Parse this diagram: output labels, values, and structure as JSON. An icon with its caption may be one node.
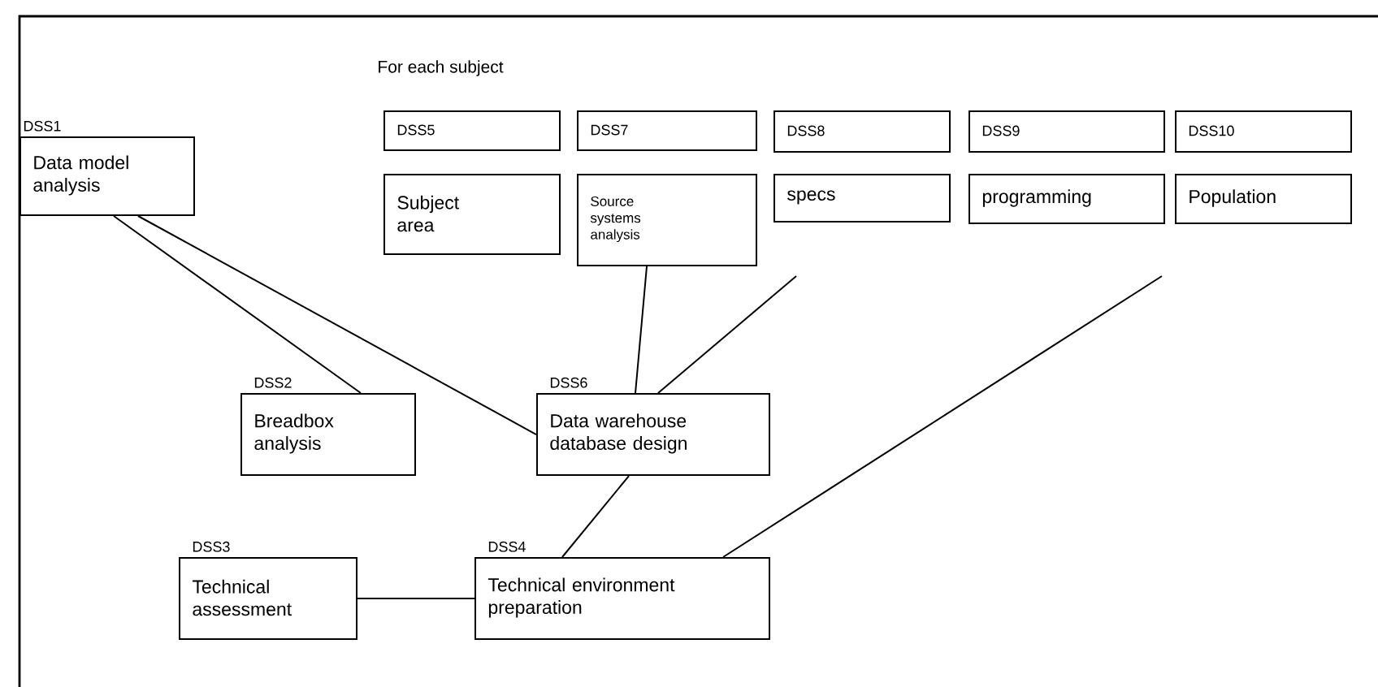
{
  "diagram": {
    "nodes": [
      {
        "text": [
          "DSS1",
          "Data model analysis"
        ]
      },
      {
        "text": [
          "DSS5"
        ]
      },
      {
        "text": [
          "DSS7"
        ]
      },
      {
        "text": [
          "DSS8"
        ]
      },
      {
        "text": [
          "DSS9"
        ]
      },
      {
        "text": [
          "DSS10"
        ]
      },
      {
        "text": [
          "Subject area"
        ]
      },
      {
        "text": [
          "Source systems analysis"
        ]
      },
      {
        "text": [
          "specs"
        ]
      },
      {
        "text": [
          "programming"
        ]
      },
      {
        "text": [
          "Population"
        ]
      },
      {
        "text": [
          "DSS2",
          "Breadbox analysis"
        ]
      },
      {
        "text": [
          "DSS6",
          "Data warehouse database design"
        ]
      },
      {
        "text": [
          "DSS3",
          "Technical assessment"
        ]
      },
      {
        "text": [
          "DSS4",
          "Technical environment preparation"
        ]
      }
    ],
    "edges": [
      {
        "from": 0,
        "to": 11,
        "arrow": "none"
      },
      {
        "from": 0,
        "to": 12,
        "arrow": "none"
      },
      {
        "from": 7,
        "to": 12,
        "arrow": "none"
      },
      {
        "from": null,
        "to": 12,
        "arrow": "none"
      },
      {
        "from": 12,
        "to": 14,
        "arrow": "none"
      },
      {
        "from": null,
        "to": 14,
        "arrow": "none"
      },
      {
        "from": 13,
        "to": 14,
        "arrow": "none"
      }
    ],
    "labels": [
      "For each subject"
    ]
  }
}
